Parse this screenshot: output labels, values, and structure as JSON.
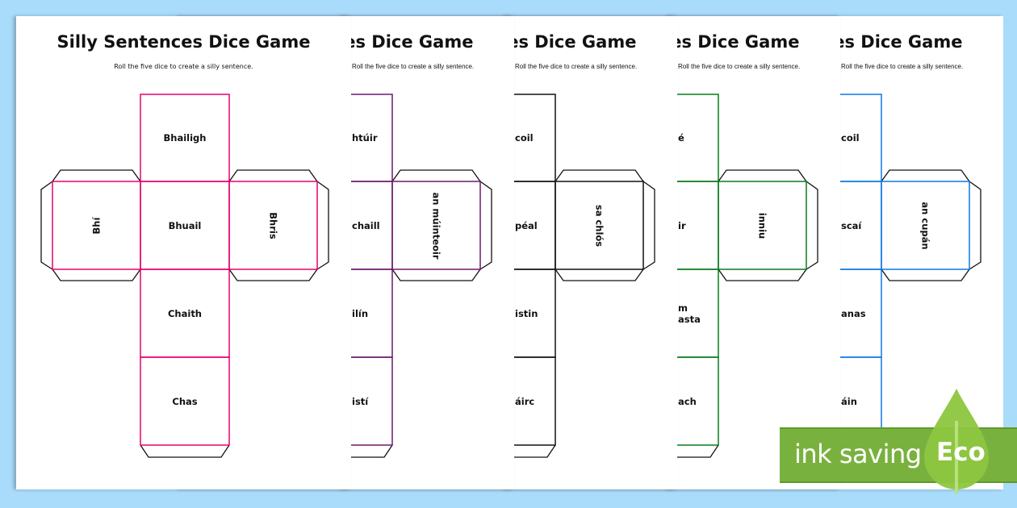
{
  "pages": [
    {
      "title": "Silly Sentences Dice Game",
      "subtitle": "Roll the five dice to create a silly sentence.",
      "color": "#e5006d",
      "faces": [
        "Bhailigh",
        "Bhuail",
        "Chaith",
        "Chas"
      ],
      "left": "Bhí",
      "right": "Bhris",
      "fragments": []
    },
    {
      "title": "Silly Sentences Dice Game",
      "subtitle": "Roll the five dice to create a silly sentence.",
      "color": "#6b1a6b",
      "right": "an múinteoir",
      "fragments": [
        "htúir",
        "chaill",
        "ilín",
        "istí"
      ],
      "title_fragment": "s Dice Game",
      "subtitle_fragment": "ate a silly sentence."
    },
    {
      "title": "Silly Sentences Dice Game",
      "subtitle": "Roll the five dice to create a silly sentence.",
      "color": "#111111",
      "right": "sa chlós",
      "fragments": [
        "coil",
        "péal",
        "istin",
        "áirc"
      ],
      "title_fragment": "s Dice Game",
      "subtitle_fragment": "ate a silly sentence."
    },
    {
      "title": "Silly Sentences Dice Game",
      "subtitle": "Roll the five dice to create a silly sentence.",
      "color": "#0a7a1f",
      "right": "inniu",
      "fragments": [
        "é",
        "ir",
        "m\nasta",
        "ach"
      ],
      "title_fragment": "s Dice Game",
      "subtitle_fragment": "ate a silly sentence."
    },
    {
      "title": "Silly Sentences Dice Game",
      "subtitle": "Roll the five dice to create a silly sentence.",
      "color": "#0a78e6",
      "right": "an cupán",
      "fragments": [
        "coil",
        "scaí",
        "anas",
        "áin"
      ],
      "title_fragment": "s Dice Game",
      "subtitle_fragment": "ate a silly sentence."
    }
  ],
  "badge": {
    "text": "ink saving",
    "label": "Eco",
    "color": "#79b13f",
    "leaf_color": "#8dc63f"
  }
}
